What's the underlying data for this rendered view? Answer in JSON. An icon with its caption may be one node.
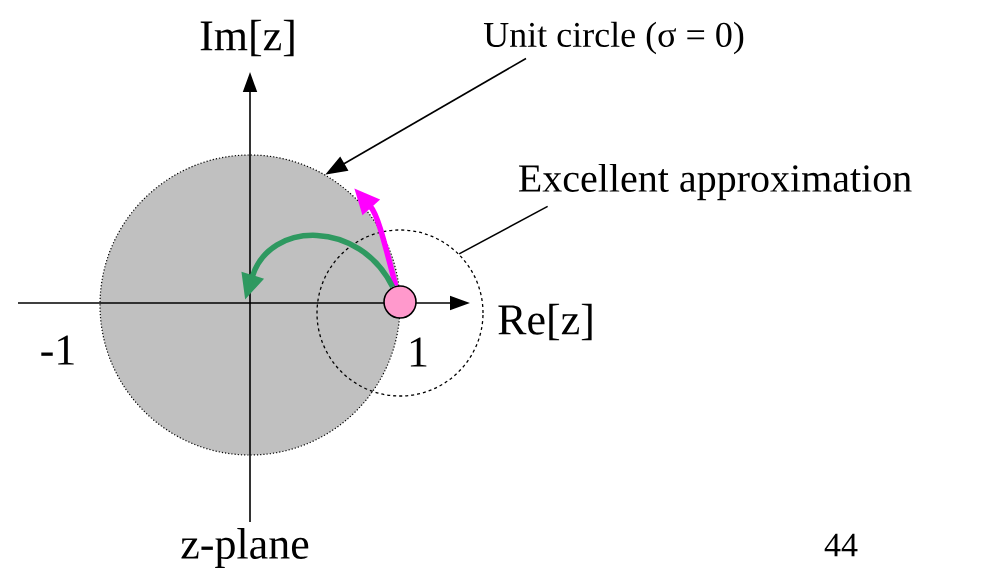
{
  "diagram": {
    "nodes": [
      {
        "text": [
          "Unit circle (σ = 0)"
        ]
      },
      {
        "text": [
          "Excellent approximation"
        ]
      },
      {
        "text": [],
        "shape": "circle"
      },
      {
        "text": [],
        "shape": "circle"
      },
      {
        "text": [],
        "shape": "circle",
        "in": 3
      }
    ],
    "edges": [
      {
        "from": 0,
        "to": 2,
        "arrow": "to"
      },
      {
        "from": 1,
        "to": 3,
        "arrow": "none"
      },
      {
        "from": 4,
        "to": 2,
        "arrow": "to",
        "style": "thick",
        "color": "#ff00ff"
      },
      {
        "from": 4,
        "to": 2,
        "arrow": "to",
        "style": "thick",
        "color": "#2e9960"
      }
    ],
    "labels": [
      "Im[z]",
      "Re[z]",
      "-1",
      "1",
      "z-plane",
      "44"
    ]
  }
}
